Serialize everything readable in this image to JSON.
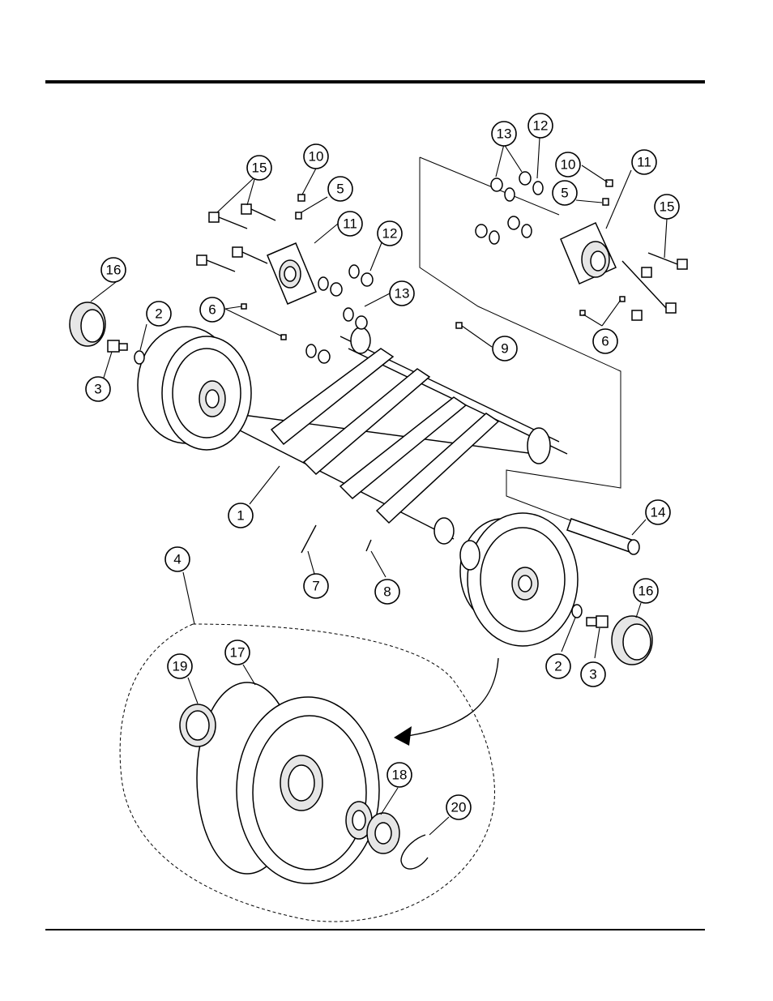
{
  "callouts": {
    "c1": "1",
    "c2a": "2",
    "c2b": "2",
    "c3a": "3",
    "c3b": "3",
    "c4": "4",
    "c5a": "5",
    "c5b": "5",
    "c6a": "6",
    "c6b": "6",
    "c7": "7",
    "c8": "8",
    "c9": "9",
    "c10a": "10",
    "c10b": "10",
    "c11a": "11",
    "c11b": "11",
    "c12a": "12",
    "c12b": "12",
    "c13a": "13",
    "c13b": "13",
    "c14": "14",
    "c15a": "15",
    "c15b": "15",
    "c16a": "16",
    "c16b": "16",
    "c17": "17",
    "c18": "18",
    "c19": "19",
    "c20": "20"
  }
}
